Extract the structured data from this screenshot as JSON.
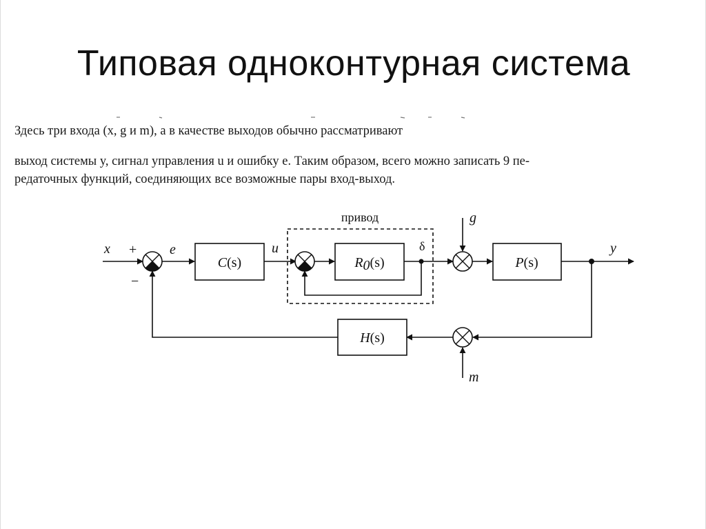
{
  "slide": {
    "title": "Типовая одноконтурная система"
  },
  "text": {
    "line1": "Здесь три входа (x, g и m), а в качестве выходов обычно рассматривают",
    "line2": "выход системы y, сигнал управления u и ошибку e. Таким образом, всего можно записать 9 пе-",
    "line3": "редаточных функций, соединяющих все возможные пары вход-выход."
  },
  "diagram": {
    "signals": {
      "x": "x",
      "plus": "+",
      "minus": "−",
      "e": "e",
      "u": "u",
      "delta": "δ",
      "g": "g",
      "y": "y",
      "m": "m"
    },
    "drive_label": "привод",
    "blocks": {
      "controller": {
        "name": "C",
        "arg": "(s)"
      },
      "drive": {
        "name": "R",
        "sub": "0",
        "arg": "(s)"
      },
      "plant": {
        "name": "P",
        "arg": "(s)"
      },
      "sensor": {
        "name": "H",
        "arg": "(s)"
      }
    }
  }
}
